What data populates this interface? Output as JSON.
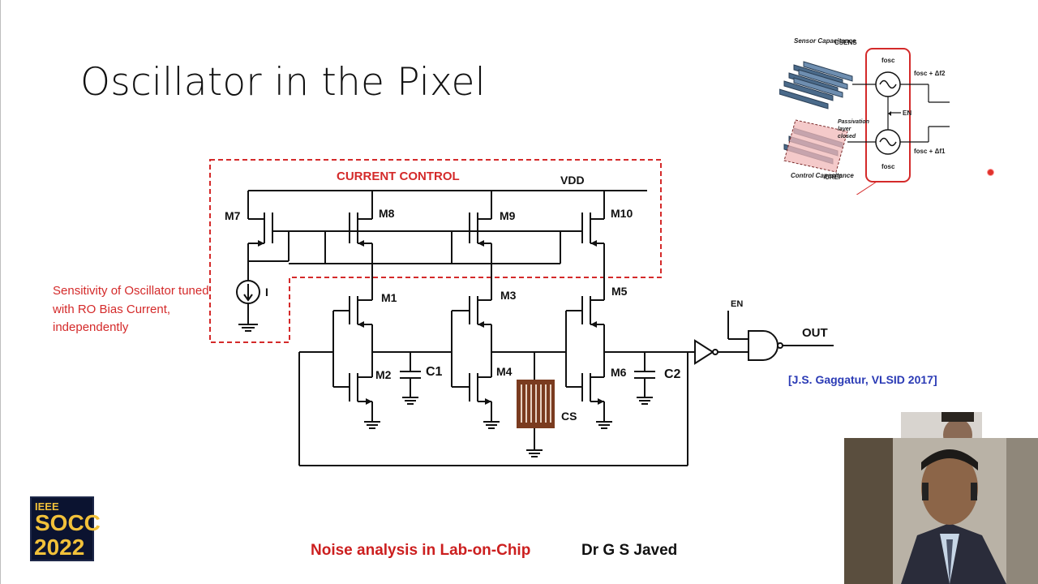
{
  "slide": {
    "title": "Oscillator in the Pixel",
    "side_note": "Sensitivity of Oscillator tuned with RO Bias Current, independently",
    "reference": "[J.S. Gaggatur, VLSID 2017]",
    "footer_topic": "Noise analysis in Lab-on-Chip",
    "footer_author": "Dr G S Javed"
  },
  "circuit": {
    "region_label": "CURRENT CONTROL",
    "supply_label": "VDD",
    "source_label": "I",
    "transistors": [
      "M7",
      "M8",
      "M9",
      "M10",
      "M1",
      "M3",
      "M5",
      "M2",
      "M4",
      "M6"
    ],
    "capacitors": [
      "C1",
      "C2",
      "CS"
    ],
    "enable_label": "EN",
    "output_label": "OUT",
    "colors": {
      "accent_red": "#d42a2a",
      "sensor_brown": "#7a3b1f",
      "reference_blue": "#2a3ab5"
    }
  },
  "inset": {
    "sensor_label": "Sensor Capacitance",
    "sensor_cap": "CSENS",
    "control_label": "Control Capacitance",
    "control_cap": "CREF",
    "passivation": "Passivation layer closed",
    "fosc": "fosc",
    "out_top": "fosc + Δf2",
    "out_bottom": "fosc + Δf1",
    "en": "EN"
  },
  "logo": {
    "ieee": "IEEE",
    "name": "SOCC",
    "year": "2022"
  }
}
